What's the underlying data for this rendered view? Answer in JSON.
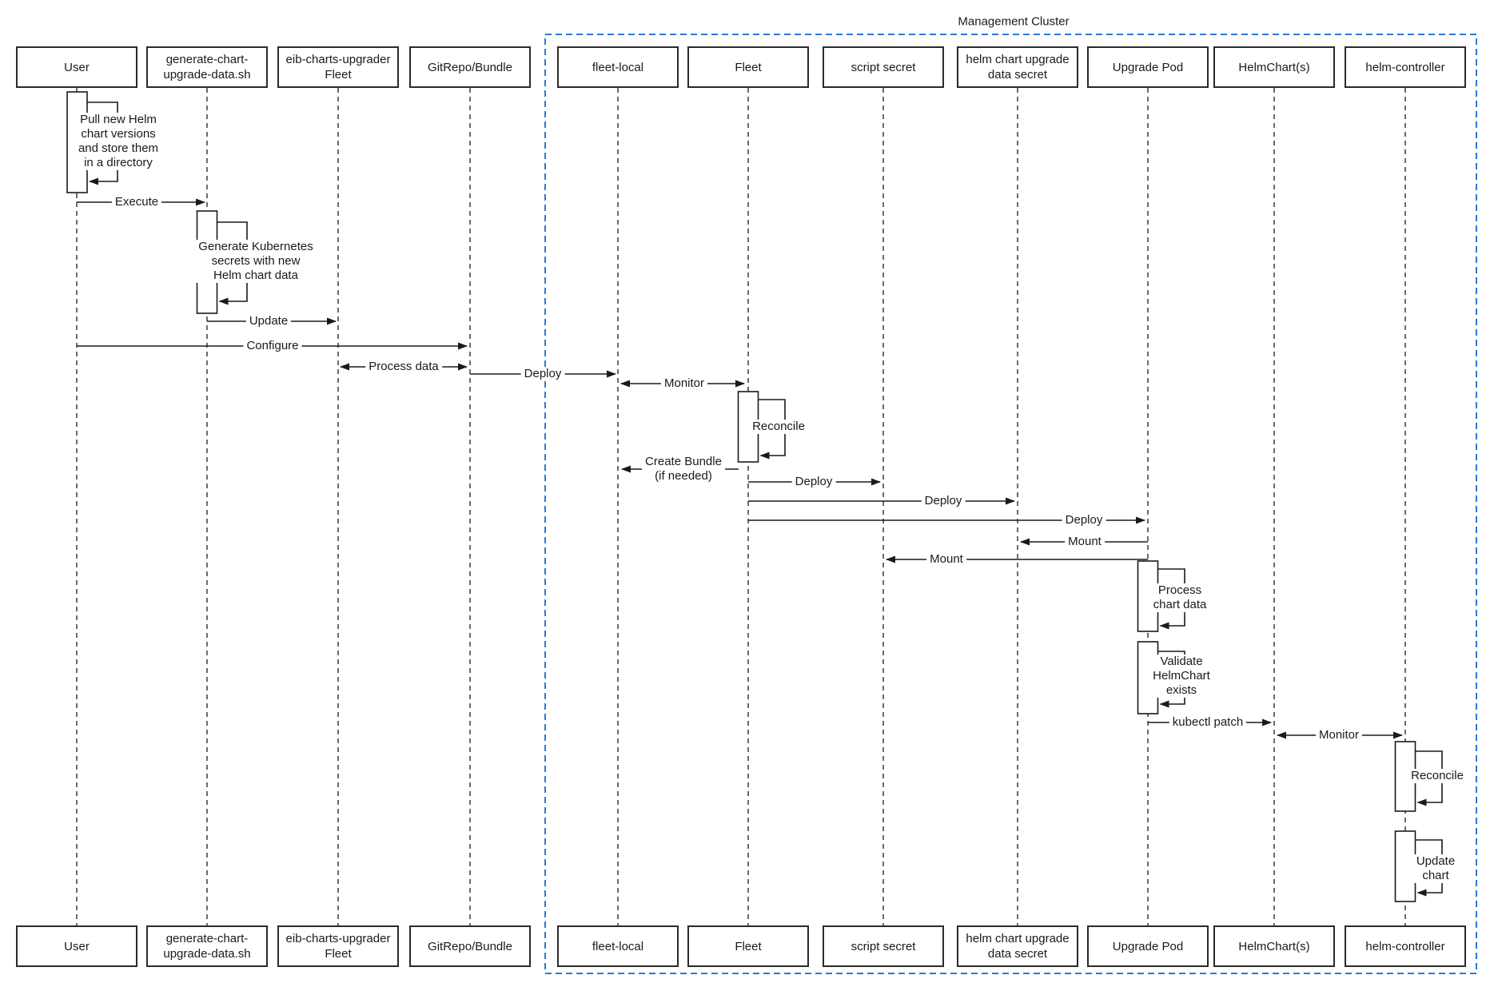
{
  "cluster": {
    "label": "Management Cluster",
    "border_color": "#2b7ad6"
  },
  "participants": [
    {
      "lines": [
        "User"
      ]
    },
    {
      "lines": [
        "generate-chart-",
        "upgrade-data.sh"
      ]
    },
    {
      "lines": [
        "eib-charts-upgrader",
        "Fleet"
      ]
    },
    {
      "lines": [
        "GitRepo/Bundle"
      ]
    },
    {
      "lines": [
        "fleet-local"
      ]
    },
    {
      "lines": [
        "Fleet"
      ]
    },
    {
      "lines": [
        "script secret"
      ]
    },
    {
      "lines": [
        "helm chart upgrade",
        "data secret"
      ]
    },
    {
      "lines": [
        "Upgrade Pod"
      ]
    },
    {
      "lines": [
        "HelmChart(s)"
      ]
    },
    {
      "lines": [
        "helm-controller"
      ]
    }
  ],
  "messages": {
    "pull_new_helm": [
      "Pull new Helm",
      "chart versions",
      "and store them",
      "in a directory"
    ],
    "execute": "Execute",
    "generate_secrets": [
      "Generate Kubernetes",
      "secrets with new",
      "Helm chart data"
    ],
    "update": "Update",
    "configure": "Configure",
    "process_data": "Process data",
    "deploy_fleet_local": "Deploy",
    "monitor_fleet": "Monitor",
    "reconcile_fleet": "Reconcile",
    "create_bundle": [
      "Create Bundle",
      "(if needed)"
    ],
    "deploy_script_secret": "Deploy",
    "deploy_data_secret": "Deploy",
    "deploy_upgrade_pod": "Deploy",
    "mount_data_secret": "Mount",
    "mount_script_secret": "Mount",
    "process_chart_data": [
      "Process",
      "chart data"
    ],
    "validate_helmchart": [
      "Validate",
      "HelmChart",
      "exists"
    ],
    "kubectl_patch": "kubectl patch",
    "monitor_helmchart": "Monitor",
    "reconcile_controller": "Reconcile",
    "update_chart": [
      "Update",
      "chart"
    ]
  }
}
